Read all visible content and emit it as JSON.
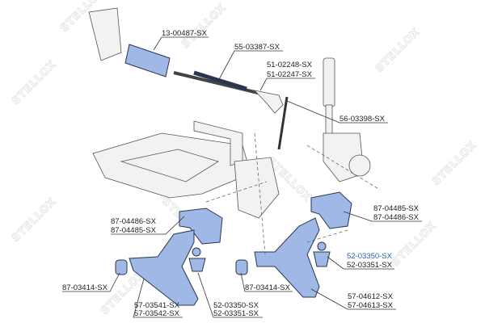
{
  "watermark": "STELLOX",
  "colors": {
    "part_fill": "#9fb8e6",
    "highlight_label": "#2a5ea8",
    "label": "#222222"
  },
  "labels": {
    "steering_boot": "13-00487-SX",
    "tie_rod": "55-03387-SX",
    "tie_rod_end_a": "51-02248-SX",
    "tie_rod_end_b": "51-02247-SX",
    "stabilizer_link": "56-03398-SX",
    "right_bushing_a": "87-04485-SX",
    "right_bushing_b": "87-04486-SX",
    "left_bushing_a": "87-04486-SX",
    "left_bushing_b": "87-04485-SX",
    "right_ball_joint_a": "52-03350-SX",
    "right_ball_joint_b": "52-03351-SX",
    "left_front_bushing": "87-03414-SX",
    "right_front_bushing": "87-03414-SX",
    "left_arm_a": "57-03541-SX",
    "left_arm_b": "57-03542-SX",
    "left_ball_joint_a": "52-03350-SX",
    "left_ball_joint_b": "52-03351-SX",
    "right_arm_a": "57-04612-SX",
    "right_arm_b": "57-04613-SX"
  }
}
